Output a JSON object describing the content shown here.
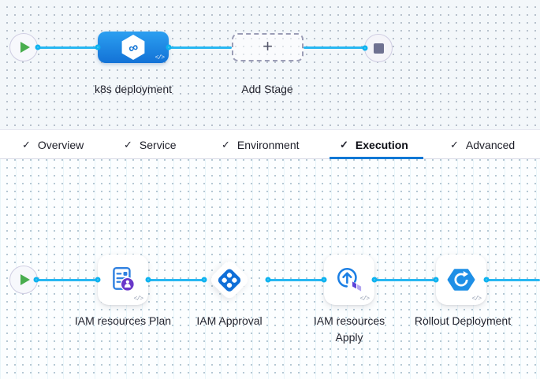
{
  "glyphs": {
    "check": "✓",
    "plus": "+",
    "code": "</>",
    "infinity": "∞"
  },
  "colors": {
    "accent_blue": "#0278d5",
    "edge_cyan": "#27b7f2",
    "stage_blue": "#1b82e0",
    "icon_blue": "#1b7fe4",
    "approval_blue": "#0f6fd8",
    "terraform_purple_dark": "#5c43d8",
    "terraform_purple_light": "#b3a6f0",
    "badge_purple": "#6937c9",
    "play_green": "#49ad4e",
    "stop_slate": "#6e7191"
  },
  "stage_pipeline": {
    "start_icon": "play-icon",
    "end_icon": "stop-icon",
    "stage": {
      "name": "k8s deployment",
      "icon": "harness-cd-infinity-icon"
    },
    "add_stage": {
      "label": "Add Stage",
      "icon": "plus-icon"
    }
  },
  "tabs": [
    {
      "label": "Overview",
      "checked": true,
      "active": false
    },
    {
      "label": "Service",
      "checked": true,
      "active": false
    },
    {
      "label": "Environment",
      "checked": true,
      "active": false
    },
    {
      "label": "Execution",
      "checked": true,
      "active": true
    },
    {
      "label": "Advanced",
      "checked": true,
      "active": false
    }
  ],
  "execution_pipeline": {
    "start_icon": "play-icon",
    "steps": [
      {
        "label": "IAM resources Plan",
        "icon": "terraform-plan-icon",
        "shape": "card"
      },
      {
        "label": "IAM Approval",
        "icon": "approval-icon",
        "shape": "diamond"
      },
      {
        "label": "IAM resources Apply",
        "icon": "terraform-apply-icon",
        "shape": "card"
      },
      {
        "label": "Rollout Deployment",
        "icon": "k8s-rolling-deploy-icon",
        "shape": "card"
      }
    ]
  }
}
